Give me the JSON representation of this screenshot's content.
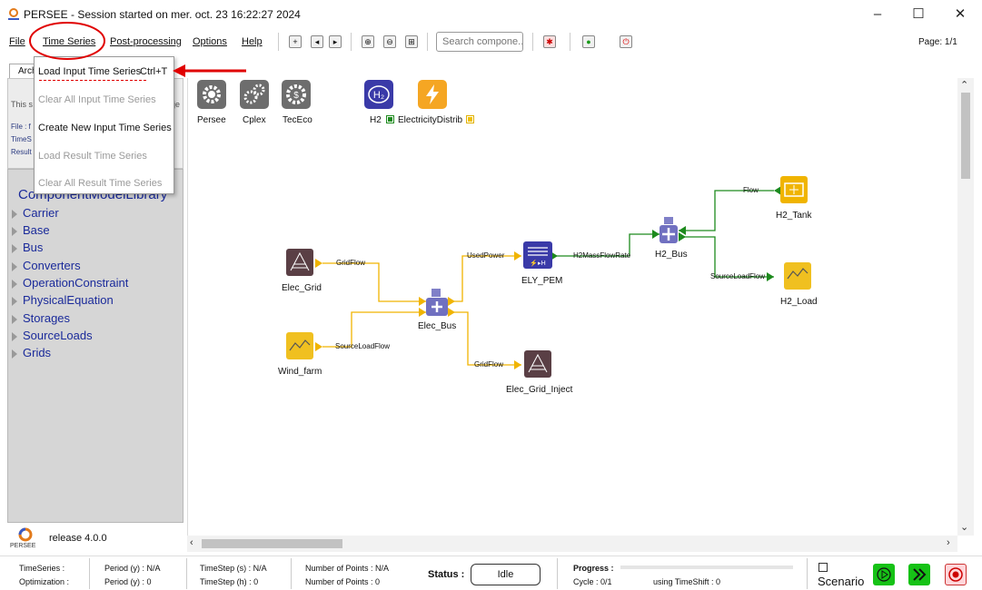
{
  "window": {
    "title": "PERSEE - Session started on mer. oct. 23 16:22:27 2024",
    "minimize": "–",
    "maximize": "☐",
    "close": "✕"
  },
  "menu": {
    "file": "File",
    "time_series": "Time Series",
    "post_processing": "Post-processing",
    "options": "Options",
    "help": "Help"
  },
  "toolbar": {
    "search_placeholder": "Search compone...",
    "page": "Page: 1/1"
  },
  "time_series_menu": {
    "items": [
      {
        "label": "Load Input Time Series",
        "enabled": true
      },
      {
        "label": "Clear All Input Time Series",
        "enabled": false
      },
      {
        "label": "Create New Input Time Series",
        "enabled": true
      },
      {
        "label": "Load Result Time Series",
        "enabled": false
      },
      {
        "label": "Clear All Result Time Series",
        "enabled": false
      }
    ],
    "load_shortcut": "Ctrl+T"
  },
  "left_panel": {
    "tab_label": "Archi",
    "info_desc": "This s",
    "info_desc_tail": "je",
    "info_lines": [
      "File : f",
      "TimeS",
      "Result"
    ],
    "library_title": "ComponentModelLibrary",
    "library_items": [
      "Carrier",
      "Base",
      "Bus",
      "Converters",
      "OperationConstraint",
      "PhysicalEquation",
      "Storages",
      "SourceLoads",
      "Grids"
    ],
    "release": "release 4.0.0",
    "logo_text": "PERSEE"
  },
  "plugins": [
    {
      "label": "Persee"
    },
    {
      "label": "Cplex"
    },
    {
      "label": "TecEco"
    }
  ],
  "carriers": [
    {
      "label": "H2",
      "icon_text": "H₂",
      "color": "#3a3aa8"
    },
    {
      "label": "ElectricityDistrib",
      "color": "#f5a623"
    }
  ],
  "nodes": {
    "elec_grid": "Elec_Grid",
    "wind_farm": "Wind_farm",
    "elec_bus": "Elec_Bus",
    "ely_pem": "ELY_PEM",
    "elec_grid_inject": "Elec_Grid_Inject",
    "h2_bus": "H2_Bus",
    "h2_tank": "H2_Tank",
    "h2_load": "H2_Load"
  },
  "ports": {
    "gridflow_1": "GridFlow",
    "sourceloadflow_1": "SourceLoadFlow",
    "usedpower": "UsedPower",
    "gridflow_2": "GridFlow",
    "h2massflowrate": "H2MassFlowRate",
    "flow": "Flow",
    "sourceloadflow_2": "SourceLoadFlow"
  },
  "status": {
    "timeseries": "TimeSeries :",
    "optimization": "Optimization :",
    "period_1": "Period (y) : N/A",
    "period_2": "Period (y) : 0",
    "timestep_1": "TimeStep (s) : N/A",
    "timestep_2": "TimeStep (h) : 0",
    "points_1": "Number of Points : N/A",
    "points_2": "Number of Points : 0",
    "status_label": "Status :",
    "status_value": "Idle",
    "progress": "Progress :",
    "cycle": "Cycle : 0/1",
    "timeshift": "using TimeShift : 0",
    "scenario": "Scenario"
  },
  "colors": {
    "yellow_link": "#f0b400",
    "green_link": "#1d8a1d",
    "annotation_red": "#e00000"
  }
}
